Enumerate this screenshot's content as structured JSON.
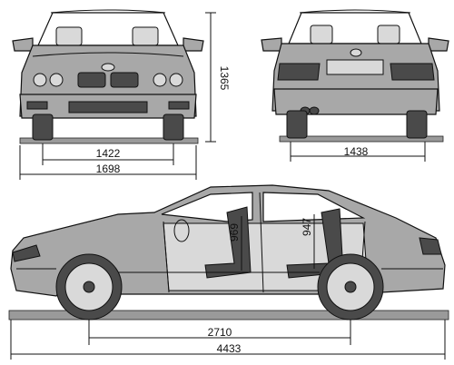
{
  "dimensions": {
    "front_height": "1365",
    "front_track": "1422",
    "overall_width": "1698",
    "rear_track": "1438",
    "front_seat_height": "969",
    "rear_seat_height": "947",
    "wheelbase": "2710",
    "overall_length": "4433"
  },
  "icons": {
    "front_view": "car-front-view-icon",
    "rear_view": "car-rear-view-icon",
    "side_view": "car-side-view-icon"
  },
  "colors": {
    "body": "#a8a8a8",
    "dark_parts": "#4a4a4a",
    "ground": "#9a9a9a",
    "line": "#111111"
  }
}
